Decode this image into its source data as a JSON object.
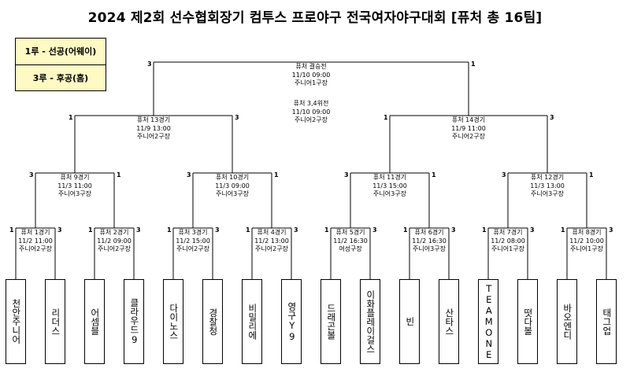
{
  "title": "2024 제2회 선수협회장기 컴투스 프로야구 전국여자야구대회 [퓨처 총 16팀]",
  "legend": {
    "first_base": "1루 - 선공(어웨이)",
    "third_base": "3루 - 후공(홈)"
  },
  "teams": [
    "천안주니어",
    "리더스",
    "어셈블",
    "클라우드9",
    "다이노스",
    "경찰청",
    "비밀리에",
    "영구Y9",
    "드래곤볼",
    "이화플레이걸스",
    "빈",
    "산타스",
    "TEAMONE",
    "떳다볼",
    "바오엔디",
    "태그업"
  ],
  "matches": [
    {
      "id": "r1m1",
      "name": "퓨처 1경기",
      "time": "11/2 11:00",
      "venue": "주니어2구장",
      "left": "1",
      "right": "3"
    },
    {
      "id": "r1m2",
      "name": "퓨처 2경기",
      "time": "11/2 09:00",
      "venue": "주니어2구장",
      "left": "1",
      "right": "3"
    },
    {
      "id": "r1m3",
      "name": "퓨처 3경기",
      "time": "11/2 15:00",
      "venue": "주니어2구장",
      "left": "1",
      "right": "3"
    },
    {
      "id": "r1m4",
      "name": "퓨처 4경기",
      "time": "11/2 13:00",
      "venue": "주니어2구장",
      "left": "1",
      "right": "3"
    },
    {
      "id": "r1m5",
      "name": "퓨처 5경기",
      "time": "11/2 16:30",
      "venue": "여성구장",
      "left": "1",
      "right": "3"
    },
    {
      "id": "r1m6",
      "name": "퓨처 6경기",
      "time": "11/2 16:30",
      "venue": "주니어3구장",
      "left": "1",
      "right": "3"
    },
    {
      "id": "r1m7",
      "name": "퓨처 7경기",
      "time": "11/2 08:00",
      "venue": "주니어1구장",
      "left": "1",
      "right": "3"
    },
    {
      "id": "r1m8",
      "name": "퓨처 8경기",
      "time": "11/2 10:00",
      "venue": "주니어1구장",
      "left": "1",
      "right": "3"
    },
    {
      "id": "r2m1",
      "name": "퓨처 9경기",
      "time": "11/3 11:00",
      "venue": "주니어3구장",
      "left": "3",
      "right": "1"
    },
    {
      "id": "r2m2",
      "name": "퓨처 10경기",
      "time": "11/3 09:00",
      "venue": "주니어3구장",
      "left": "3",
      "right": "1"
    },
    {
      "id": "r2m3",
      "name": "퓨처 11경기",
      "time": "11/3 15:00",
      "venue": "주니어3구장",
      "left": "3",
      "right": "1"
    },
    {
      "id": "r2m4",
      "name": "퓨처 12경기",
      "time": "11/3 13:00",
      "venue": "주니어3구장",
      "left": "3",
      "right": "1"
    },
    {
      "id": "r3m1",
      "name": "퓨처 13경기",
      "time": "11/9 13:00",
      "venue": "주니어2구장",
      "left": "1",
      "right": "3"
    },
    {
      "id": "r3m2",
      "name": "퓨처 14경기",
      "time": "11/9 11:00",
      "venue": "주니어2구장",
      "left": "1",
      "right": "3"
    },
    {
      "id": "final",
      "name": "퓨처 결승전",
      "time": "11/10 09:00",
      "venue": "주니어1구장",
      "left": "3",
      "right": "1"
    }
  ],
  "third_place": {
    "name": "퓨처 3,4위전",
    "time": "11/10 09:00",
    "venue": "주니어2구장"
  }
}
